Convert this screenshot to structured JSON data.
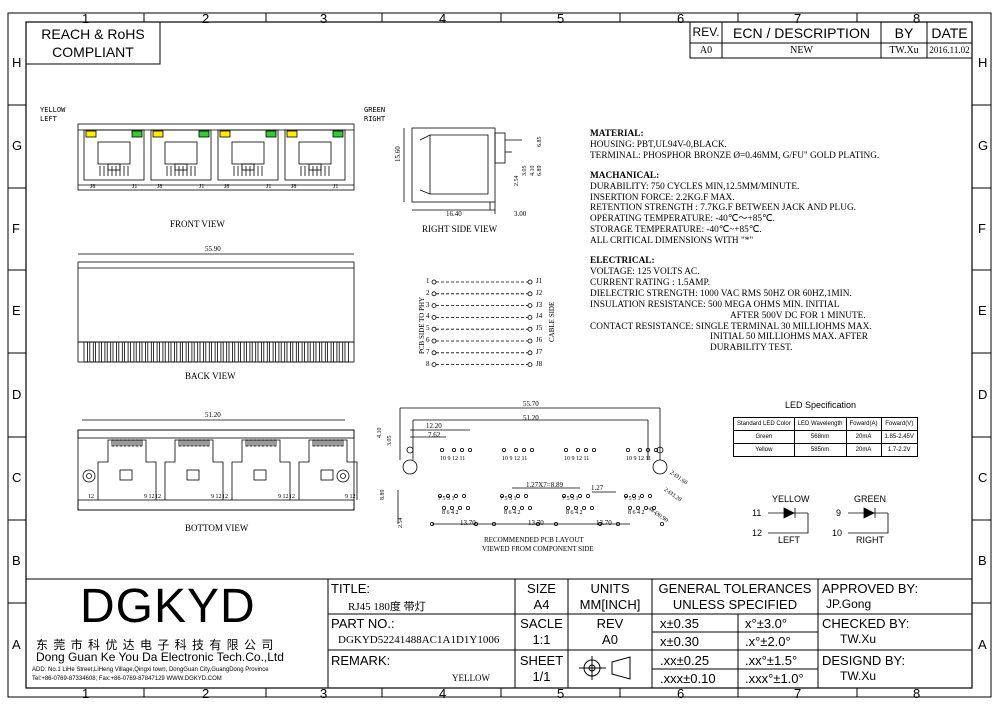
{
  "frame": {
    "cols": [
      "1",
      "2",
      "3",
      "4",
      "5",
      "6",
      "7",
      "8"
    ],
    "rows": [
      "H",
      "G",
      "F",
      "E",
      "D",
      "C",
      "B",
      "A"
    ]
  },
  "compliance": {
    "line1": "REACH & RoHS",
    "line2": "COMPLIANT"
  },
  "revision_table": {
    "headers": [
      "REV.",
      "ECN / DESCRIPTION",
      "BY",
      "DATE"
    ],
    "row": [
      "A0",
      "NEW",
      "TW.Xu",
      "2016.11.02"
    ]
  },
  "views": {
    "front": "FRONT VIEW",
    "right_side": "RIGHT SIDE VIEW",
    "back": "BACK VIEW",
    "bottom": "BOTTOM VIEW",
    "pcb_layout_1": "RECOMMENDED PCB LAYOUT",
    "pcb_layout_2": "VIEWED FROM COMPONENT SIDE"
  },
  "front_labels": {
    "yellow": "YELLOW",
    "left": "LEFT",
    "green": "GREEN",
    "right": "RIGHT",
    "port_left": "J8",
    "port_right": "J1"
  },
  "dimensions": {
    "back_width": "55.90",
    "bottom_width": "51.20",
    "side_depth": "16.40",
    "side_pin": "3.00",
    "side_height": "15.60",
    "side_small": [
      "6.85",
      "3.05",
      "4.10",
      "6.89",
      "2.54"
    ],
    "pcb_overall": "55.70",
    "pcb_inner": "51.20",
    "pcb_12": "12.20",
    "pcb_7": "7.62",
    "pcb_pitch": "1.27X7=8.89",
    "pcb_127": "1.27",
    "pcb_1370": "13.70",
    "pcb_410": "4.10",
    "pcb_305": "3.05",
    "pcb_889": "8.89",
    "pcb_254": "2.54",
    "pcb_hole1": "2-Ø1.60",
    "pcb_hole2": "2-Ø3.20",
    "pcb_hole3": "48-Ø0.90"
  },
  "schematic": {
    "pins_left": [
      "1",
      "2",
      "3",
      "4",
      "5",
      "6",
      "7",
      "8"
    ],
    "pins_right": [
      "J1",
      "J2",
      "J3",
      "J4",
      "J5",
      "J6",
      "J7",
      "J8"
    ],
    "label_left": "PCB SIDE TO PHY",
    "label_right": "CABLE SIDE"
  },
  "specs": {
    "material_title": "MATERIAL:",
    "material": [
      "HOUSING: PBT,UL94V-0,BLACK.",
      "TERMINAL: PHOSPHOR BRONZE Ø=0.46MM, G/FU\" GOLD PLATING."
    ],
    "mechanical_title": "MACHANICAL:",
    "mechanical": [
      "DURABILITY: 750 CYCLES MIN,12.5MM/MINUTE.",
      "INSERTION FORCE: 2.2KG.F MAX.",
      "RETENTION STRENGTH : 7.7KG.F BETWEEN JACK AND PLUG.",
      "OPERATING TEMPERATURE: -40℃～+85℃.",
      "STORAGE TEMPERATURE: -40℃~+85℃.",
      "ALL CRITICAL DIMENSIONS WITH \"*\""
    ],
    "electrical_title": "ELECTRICAL:",
    "electrical": [
      "VOLTAGE: 125 VOLTS AC.",
      "CURRENT RATING : 1.5AMP.",
      "DIELECTRIC STRENGTH: 1000 VAC RMS 50HZ OR 60HZ,1MIN.",
      "INSULATION RESISTANCE: 500 MEGA OHMS MIN. INITIAL"
    ],
    "electrical_ind1": "AFTER 500V DC FOR 1 MINUTE.",
    "contact": "CONTACT RESISTANCE: SINGLE TERMINAL 30 MILLIOHMS MAX.",
    "contact_ind": [
      "INITIAL 50 MILLIOHMS MAX. AFTER",
      "DURABILITY TEST."
    ]
  },
  "led_spec": {
    "title": "LED Specification",
    "headers": [
      "Standard LED Color",
      "LED Wavelength",
      "Foward(A)",
      "Foward(V)"
    ],
    "rows": [
      [
        "Green",
        "568nm",
        "20mA",
        "1.85-2.45V"
      ],
      [
        "Yellow",
        "585nm",
        "20mA",
        "1.7-2.2V"
      ]
    ],
    "colors": {
      "green": "#33cc33",
      "yellow": "#ffee00"
    }
  },
  "led_symbols": {
    "yellow": "YELLOW",
    "green": "GREEN",
    "y_pin_a": "11",
    "y_pin_b": "12",
    "y_side": "LEFT",
    "g_pin_a": "9",
    "g_pin_b": "10",
    "g_side": "RIGHT"
  },
  "title_block": {
    "logo": "DGKYD",
    "company_cn": "东 莞 市 科 优 达 电 子 科 技 有 限 公 司",
    "company_en": "Dong Guan Ke You Da Electronic Tech.Co.,Ltd",
    "address": "ADD: No.1 LiHe Street,LiHeng Village,Qingxi town, DongGuan City,GuangDong Province",
    "contact": "Tel:+86-0769-87334608; Fax:+86-0769-87847129  WWW.DGKYD.COM",
    "title_label": "TITLE:",
    "title_value": "RJ45 180度 带灯",
    "part_label": "PART NO.:",
    "part_value": "DGKYD52241488AC1A1D1Y1006",
    "remark_label": "REMARK:",
    "remark_value": "YELLOW",
    "size_label": "SIZE",
    "size_value": "A4",
    "scale_label": "SACLE",
    "scale_value": "1:1",
    "sheet_label": "SHEET",
    "sheet_value": "1/1",
    "units_label": "UNITS",
    "units_value": "MM[INCH]",
    "rev_label": "REV",
    "rev_value": "A0",
    "tol_title1": "GENERAL TOLERANCES",
    "tol_title2": "UNLESS SPECIFIED",
    "tolerances": [
      [
        "x±0.35",
        "x°±3.0°"
      ],
      [
        "x±0.30",
        ".x°±2.0°"
      ],
      [
        ".xx±0.25",
        ".xx°±1.5°"
      ],
      [
        ".xxx±0.10",
        ".xxx°±1.0°"
      ]
    ],
    "approved_label": "APPROVED BY:",
    "approved_value": "JP.Gong",
    "checked_label": "CHECKED BY:",
    "checked_value": "TW.Xu",
    "design_label": "DESIGND BY:",
    "design_value": "TW.Xu"
  }
}
